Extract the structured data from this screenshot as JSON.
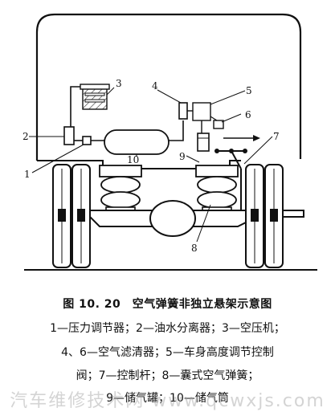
{
  "diagram": {
    "callouts": [
      "1",
      "2",
      "3",
      "4",
      "5",
      "6",
      "7",
      "8",
      "9",
      "10"
    ]
  },
  "caption": {
    "title": "图 10. 20　空气弹簧非独立悬架示意图",
    "legend": [
      "1—压力调节器；2—油水分离器；3—空压机；",
      "4、6—空气滤清器；5—车身高度调节控制",
      "阀；7—控制杆；8—囊式空气弹簧；",
      "9—储气罐；10—储气筒"
    ]
  },
  "watermark": "汽车维修技术网 www.qcwxjs.com",
  "colors": {
    "ink": "#111111",
    "hatch": "#333333"
  }
}
